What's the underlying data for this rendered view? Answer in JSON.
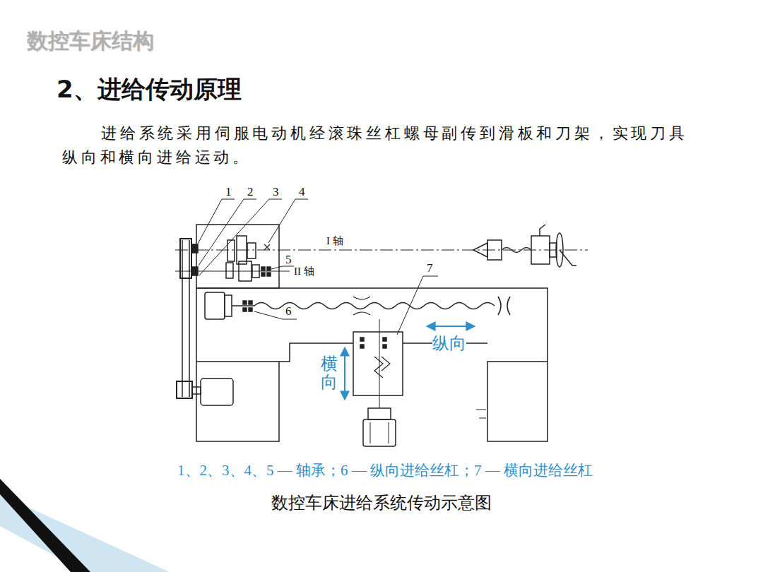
{
  "diagram": {
    "title": "2、进给传动原理",
    "caption": "数控车床进给系统传动示意图",
    "labels": [
      "数控车床结构",
      "进给系统采用伺服电动机经滚珠丝杠螺母副传到滑板和刀架，实现刀具纵向和横向进给运动。",
      "1",
      "2",
      "3",
      "4",
      "I 轴",
      "5",
      "II 轴",
      "7",
      "6",
      "纵向",
      "横向",
      "1、2、3、4、5 — 轴承；6 — 纵向进给丝杠；7 — 横向进给丝杠"
    ]
  }
}
